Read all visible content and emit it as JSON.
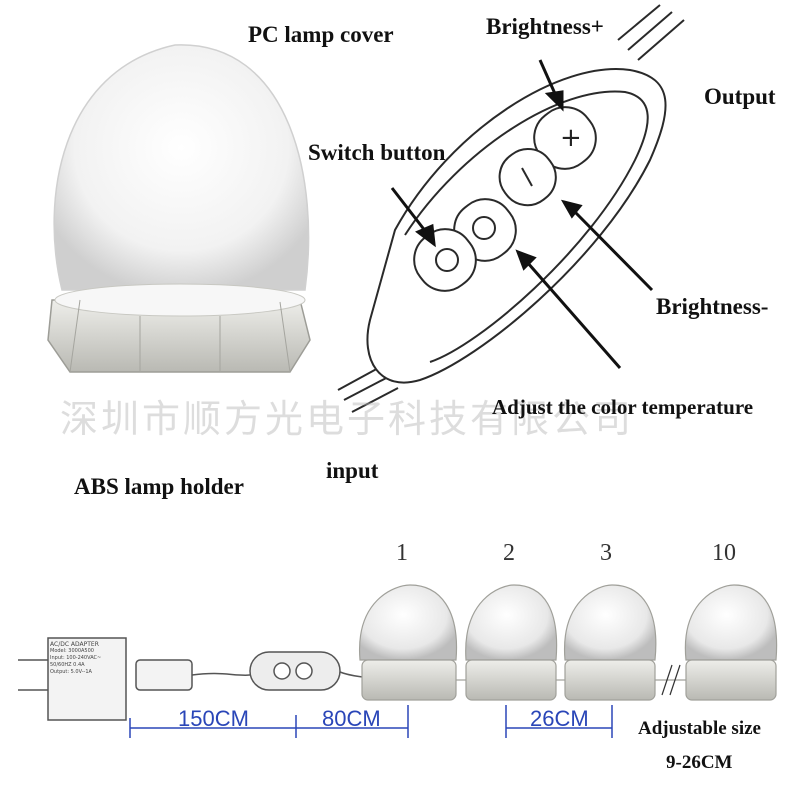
{
  "labels": {
    "pc_cover": "PC lamp cover",
    "brightness_plus": "Brightness+",
    "output": "Output",
    "switch_button": "Switch button",
    "brightness_minus": "Brightness-",
    "color_temp": "Adjust the color temperature",
    "input": "input",
    "abs_holder": "ABS lamp holder",
    "adjustable_size": "Adjustable size",
    "size_range": "9-26CM"
  },
  "watermark": "深圳市顺方光电子科技有限公司",
  "bulb_numbers": [
    "1",
    "2",
    "3",
    "10"
  ],
  "dimensions": {
    "cable_left": "150CM",
    "cable_mid": "80CM",
    "spacing": "26CM"
  },
  "adapter": {
    "title": "AC/DC ADAPTER",
    "model": "Model: 3000A500",
    "input": "Input: 100-240VAC~",
    "freq": "50/60HZ 0.4A",
    "output": "Output: 5.0V--1A"
  },
  "colors": {
    "dimension": "#2a46b8",
    "bulb_base": "#dcdcd6"
  }
}
